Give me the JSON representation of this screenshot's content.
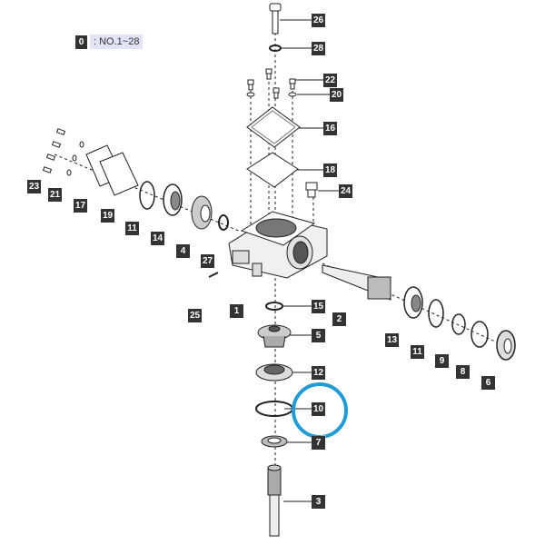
{
  "legend": {
    "tag": "0",
    "range": ": NO.1~28"
  },
  "highlight": {
    "part": "10",
    "color": "#1f9bd7"
  },
  "callouts": [
    "26",
    "28",
    "22",
    "20",
    "16",
    "18",
    "24",
    "23",
    "21",
    "17",
    "19",
    "11",
    "14",
    "4",
    "27",
    "25",
    "1",
    "15",
    "2",
    "13",
    "11",
    "9",
    "8",
    "6",
    "5",
    "12",
    "10",
    "7",
    "3"
  ]
}
